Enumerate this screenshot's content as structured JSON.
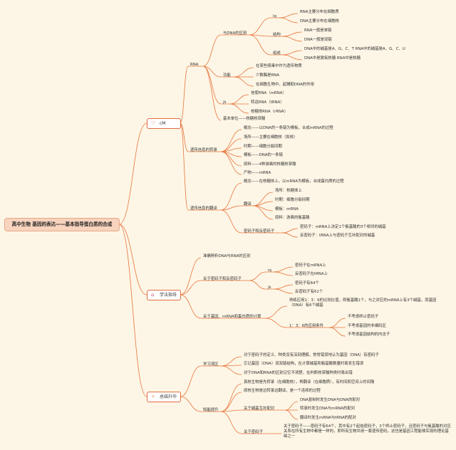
{
  "root": "高中生物 基因的表达——基本指导蛋白质的合成",
  "branches": {
    "cm": {
      "label": "cM",
      "icon": "heart-icon"
    },
    "study": {
      "label": "学法指导",
      "icon": "house-icon"
    },
    "summary": {
      "label": "总结升华",
      "icon": "sparkle-icon"
    }
  },
  "cm": {
    "rna": {
      "label": "RNA",
      "compare": {
        "label": "与DNA的区别",
        "iq": {
          "label": "iq",
          "items": [
            "RNA主要分布在细胞质",
            "DNA主要分布在细胞核"
          ]
        },
        "structure": {
          "label": "结构",
          "items": [
            "RNA一般是单链",
            "DNA一般是双链"
          ]
        },
        "composition": {
          "label": "组成",
          "items": [
            "DNA中的碱基是A、G、C、T RNA中的碱基是A、G、C、U",
            "DNA中是脱氧核糖 RNA中是核糖"
          ]
        }
      },
      "function": {
        "label": "功能",
        "items": [
          "在某些病毒中作为遗传物质",
          "少数酶是RNA",
          "在细胞生物中，起辅助DNA的作用"
        ]
      },
      "types": {
        "label": "jk",
        "items": [
          "信使RNA（mRNA）",
          "转运RNA（tRNA）",
          "核糖体RNA（rRNA）"
        ]
      },
      "unit": "基本单位——核糖核苷酸"
    },
    "transcription": {
      "label": "遗传信息的转录",
      "items": [
        "概念——以DNA的一条链为模板，合成mRNA的过程",
        "场所——主要在细胞核（拟核）",
        "时期——细胞分裂间期",
        "模板——DNA的一条链",
        "原料——4种游离的核糖核苷酸",
        "产物——mRNA"
      ]
    },
    "translation": {
      "label": "遗传信息的翻译",
      "concept": "概念——在核糖体上，以mRNA为模板，合成蛋白质的过程",
      "fanyi": {
        "label": "翻译",
        "items": [
          "场所：核糖体上",
          "时期：细胞分裂间期",
          "模板：mRNA",
          "原料：游离的氨基酸"
        ]
      },
      "codon": {
        "label": "密码子和反密码子",
        "items": [
          "密码子：mRNA上决定1个氨基酸的3个相邻的碱基",
          "反密码子：tRNA上与密码子互补配对的碱基"
        ]
      }
    }
  },
  "study": {
    "distinguish": "准确辨析DNA与RNA的区别",
    "codon": {
      "label": "关于密码子和反密码子",
      "iq": {
        "label": "iq",
        "items": [
          "密码子在mRNA上",
          "反密码子在tRNA上"
        ]
      },
      "jk": {
        "label": "jk",
        "items": [
          "密码子有64个",
          "反密码子有61个"
        ]
      }
    },
    "calc": {
      "label": "关于基因、mRNA和蛋白质的计算",
      "ratio": "熟练应用1：3：6的比较比值，即氨基酸1个，与之对应的mRNA上有3个碱基，而基因（DNA）有6个碱基",
      "apply": {
        "label": "1：3：6的应用条件",
        "items": [
          "不考虑终止密码子",
          "不考虑基因的非编码区",
          "不考虑基因结构的内含子"
        ]
      }
    }
  },
  "summary": {
    "mistakes": {
      "label": "学习误区",
      "items": [
        "对于密码子的定义、种类没有深刻理解，常常错误地认为基因（DNA）有密码子",
        "忘记基因（DNA）双双链结构，在计算碱基和氨基酸数量时易发生错误",
        "对于DNA和RNA的区别记忆不清楚，在判断核苷酸种类时易出错"
      ]
    },
    "improve": {
      "label": "知能提升",
      "items": [
        "真核生物是先转录（在细胞核），再翻译（在细胞质），有时间和空间上的间隔",
        "原核生物是边转录边翻译，是一个连续的过程"
      ],
      "pairing": {
        "label": "关于碱基互补配对",
        "items": [
          "DNA复制时发生DNA与DNA的配对",
          "转录时发生DNA与mRNA的配对",
          "翻译时发生mRNA与tRNA的配对"
        ]
      },
      "codon": {
        "label": "关于密码子",
        "text": "关于密码子——密码子有64个，其中有2个起始密码子，3个终止密码子，且密码子与氨基酸的对应关系在所有生物中都是一样的，即所有生物共用一套遗传密码，这也是基因工程能够实现的理论基础之一"
      }
    }
  }
}
